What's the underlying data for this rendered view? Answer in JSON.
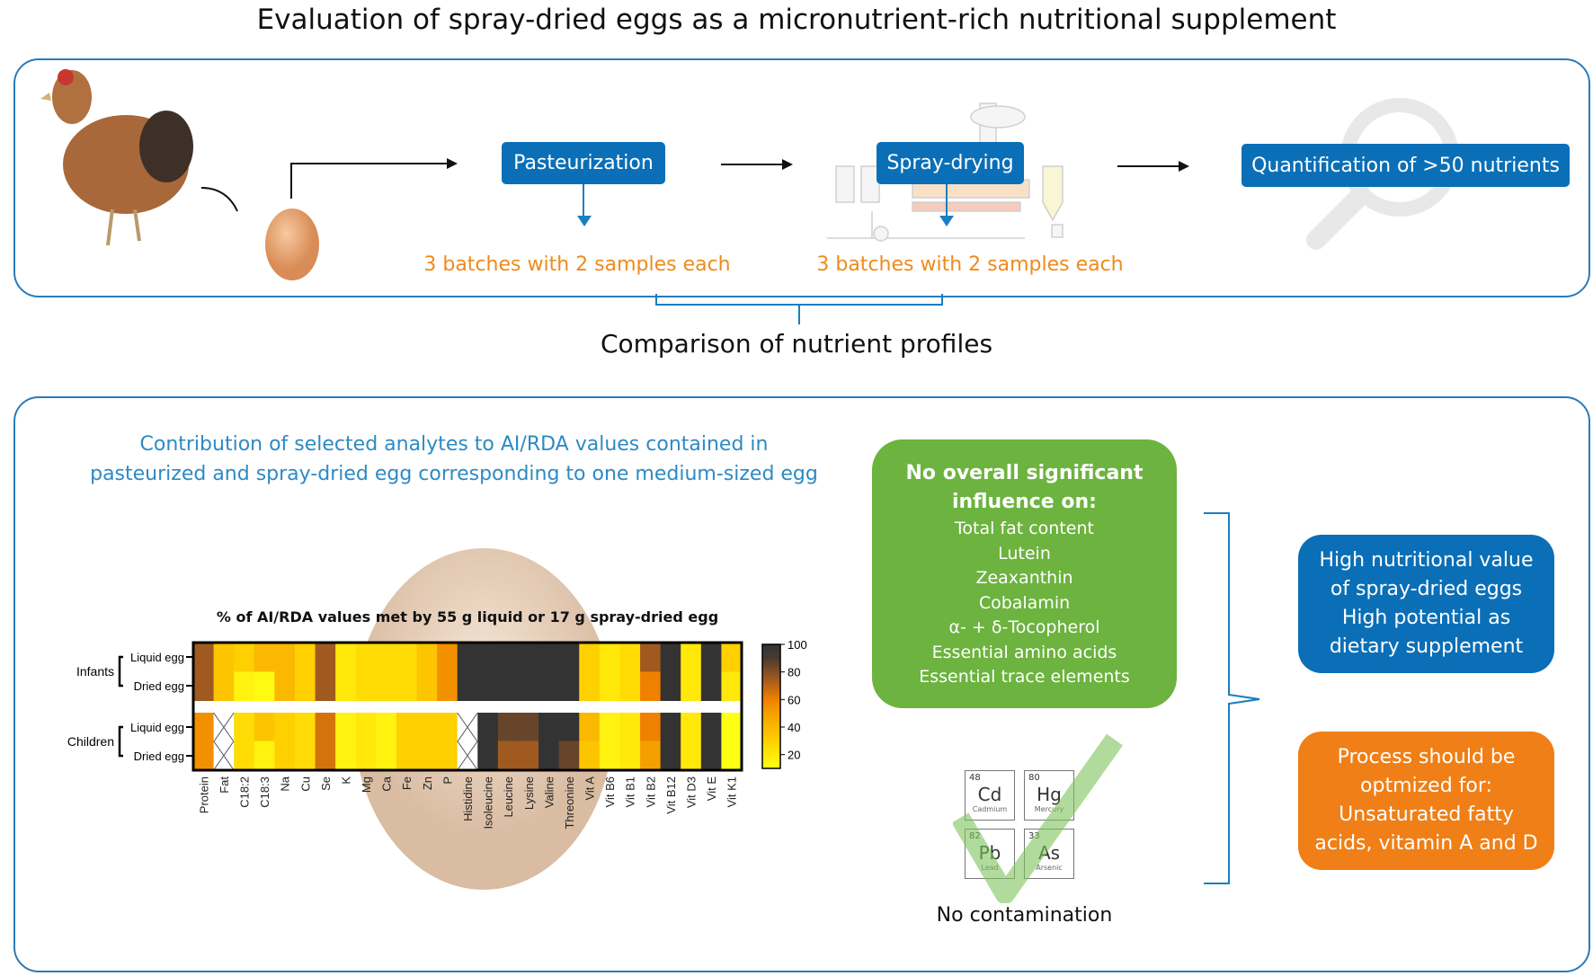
{
  "title": "Evaluation of spray-dried eggs as a micronutrient-rich nutritional supplement",
  "process": {
    "step1": "Pasteurization",
    "step2": "Spray-drying",
    "step3": "Quantification of >50 nutrients",
    "batches1": "3 batches with 2 samples each",
    "batches2": "3 batches with 2 samples each",
    "comparison": "Comparison of nutrient profiles"
  },
  "heading": {
    "line1": "Contribution of selected analytes to AI/RDA values contained in",
    "line2": "pasteurized and spray-dried egg corresponding to one medium-sized egg"
  },
  "green_box": {
    "title1": "No overall significant",
    "title2": "influence on:",
    "items": [
      "Total fat content",
      "Lutein",
      "Zeaxanthin",
      "Cobalamin",
      "α- + δ-Tocopherol",
      "Essential amino acids",
      "Essential trace elements"
    ]
  },
  "elements": [
    {
      "num": "48",
      "sym": "Cd",
      "name": "Cadmium"
    },
    {
      "num": "80",
      "sym": "Hg",
      "name": "Mercury"
    },
    {
      "num": "82",
      "sym": "Pb",
      "name": "Lead"
    },
    {
      "num": "33",
      "sym": "As",
      "name": "Arsenic"
    }
  ],
  "no_contamination": "No contamination",
  "conclusion_blue": [
    "High nutritional value",
    "of spray-dried eggs",
    "High potential as",
    "dietary supplement"
  ],
  "conclusion_orange": [
    "Process should be",
    "optmized for:",
    "Unsaturated fatty",
    "acids, vitamin A and D"
  ],
  "colors": {
    "accent": "#0b6fb7",
    "orange": "#ef8a1c",
    "green": "#6cb33f"
  },
  "chart_data": {
    "type": "heatmap",
    "title": "% of AI/RDA values met by 55 g liquid or 17 g spray-dried egg",
    "groups": [
      "Infants",
      "Children"
    ],
    "row_labels": [
      "Liquid egg",
      "Dried egg",
      "Liquid egg",
      "Dried egg"
    ],
    "columns": [
      "Protein",
      "Fat",
      "C18:2",
      "C18:3",
      "Na",
      "Cu",
      "Se",
      "K",
      "Mg",
      "Ca",
      "Fe",
      "Zn",
      "P",
      "Histidine",
      "Isoleucine",
      "Leucine",
      "Lysine",
      "Valine",
      "Threonine",
      "Vit A",
      "Vit B6",
      "Vit B1",
      "Vit B2",
      "Vit B12",
      "Vit D3",
      "Vit E",
      "Vit K1"
    ],
    "values": [
      [
        75,
        35,
        30,
        40,
        40,
        30,
        75,
        20,
        25,
        25,
        25,
        35,
        55,
        100,
        100,
        100,
        100,
        100,
        100,
        30,
        20,
        25,
        75,
        100,
        20,
        100,
        30
      ],
      [
        75,
        35,
        15,
        12,
        40,
        30,
        75,
        20,
        25,
        25,
        25,
        35,
        55,
        100,
        100,
        100,
        100,
        100,
        100,
        30,
        20,
        25,
        60,
        100,
        20,
        100,
        20
      ],
      [
        55,
        null,
        25,
        35,
        30,
        25,
        65,
        15,
        20,
        15,
        30,
        30,
        30,
        null,
        100,
        85,
        85,
        100,
        100,
        40,
        15,
        20,
        60,
        100,
        20,
        100,
        10
      ],
      [
        55,
        null,
        25,
        15,
        30,
        25,
        65,
        15,
        20,
        15,
        30,
        30,
        30,
        null,
        100,
        75,
        75,
        100,
        85,
        35,
        15,
        20,
        50,
        100,
        20,
        100,
        10
      ]
    ],
    "colorbar": {
      "range": [
        10,
        100
      ],
      "ticks": [
        20,
        40,
        60,
        80,
        100
      ]
    }
  }
}
